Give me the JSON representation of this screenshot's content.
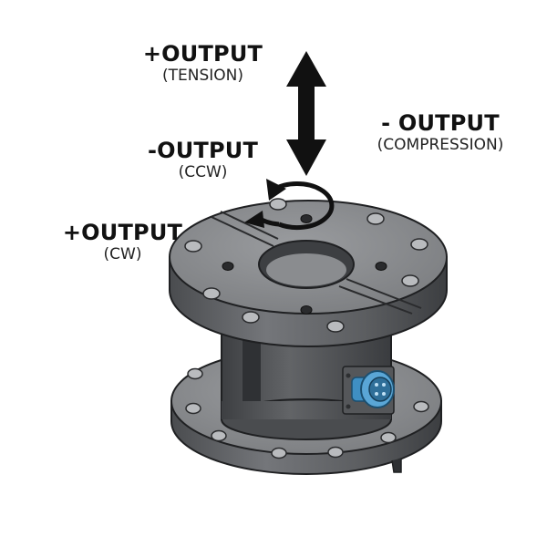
{
  "labels": {
    "tension": {
      "main": "+OUTPUT",
      "sub": "(TENSION)"
    },
    "compression": {
      "main": "- OUTPUT",
      "sub": "(COMPRESSION)"
    },
    "ccw": {
      "main": "-OUTPUT",
      "sub": "(CCW)"
    },
    "cw": {
      "main": "+OUTPUT",
      "sub": "(CW)"
    }
  },
  "icons": {
    "axial_arrow": "double-headed-vertical-arrow-icon",
    "rotation_arrow": "circular-rotation-arrow-icon",
    "connector": "electrical-connector-icon"
  },
  "colors": {
    "body": "#5f6164",
    "body_dark": "#3e4043",
    "face": "#85878a",
    "connector": "#5aa6d6",
    "arrow": "#111111"
  }
}
